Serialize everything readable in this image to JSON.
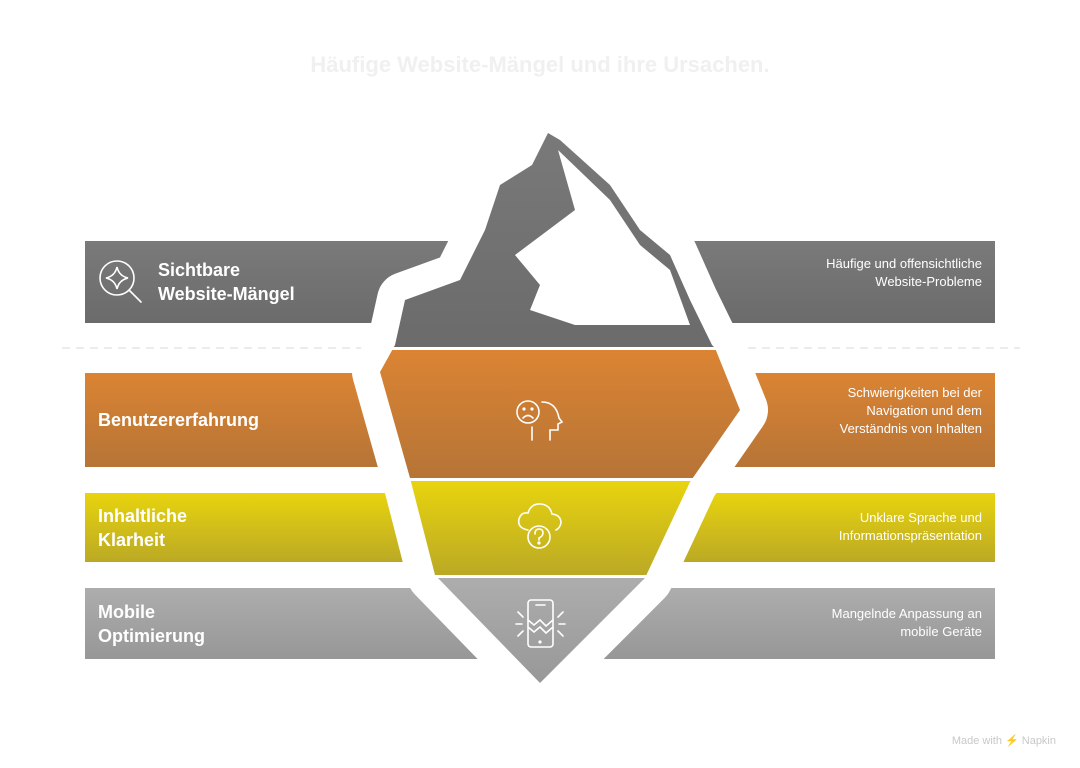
{
  "title": "Häufige Website-Mängel und ihre Ursachen.",
  "layers": [
    {
      "label_line1": "Sichtbare",
      "label_line2": "Website-Mängel",
      "description": "Häufige und offensichtliche Website-Probleme",
      "icon": "sparkle-search-icon",
      "color": "#737373"
    },
    {
      "label_line1": "Benutzererfahrung",
      "label_line2": "",
      "description": "Schwierigkeiten bei der Navigation und dem Verständnis von Inhalten",
      "icon": "confused-head-icon",
      "color": "#cf7f35"
    },
    {
      "label_line1": "Inhaltliche",
      "label_line2": "Klarheit",
      "description": "Unklare Sprache und Informationspräsentation",
      "icon": "cloud-question-icon",
      "color": "#d8c519"
    },
    {
      "label_line1": "Mobile",
      "label_line2": "Optimierung",
      "description": "Mangelnde Anpassung an mobile Geräte",
      "icon": "broken-phone-icon",
      "color": "#a2a2a2"
    }
  ],
  "watermark": "Made with ⚡ Napkin"
}
